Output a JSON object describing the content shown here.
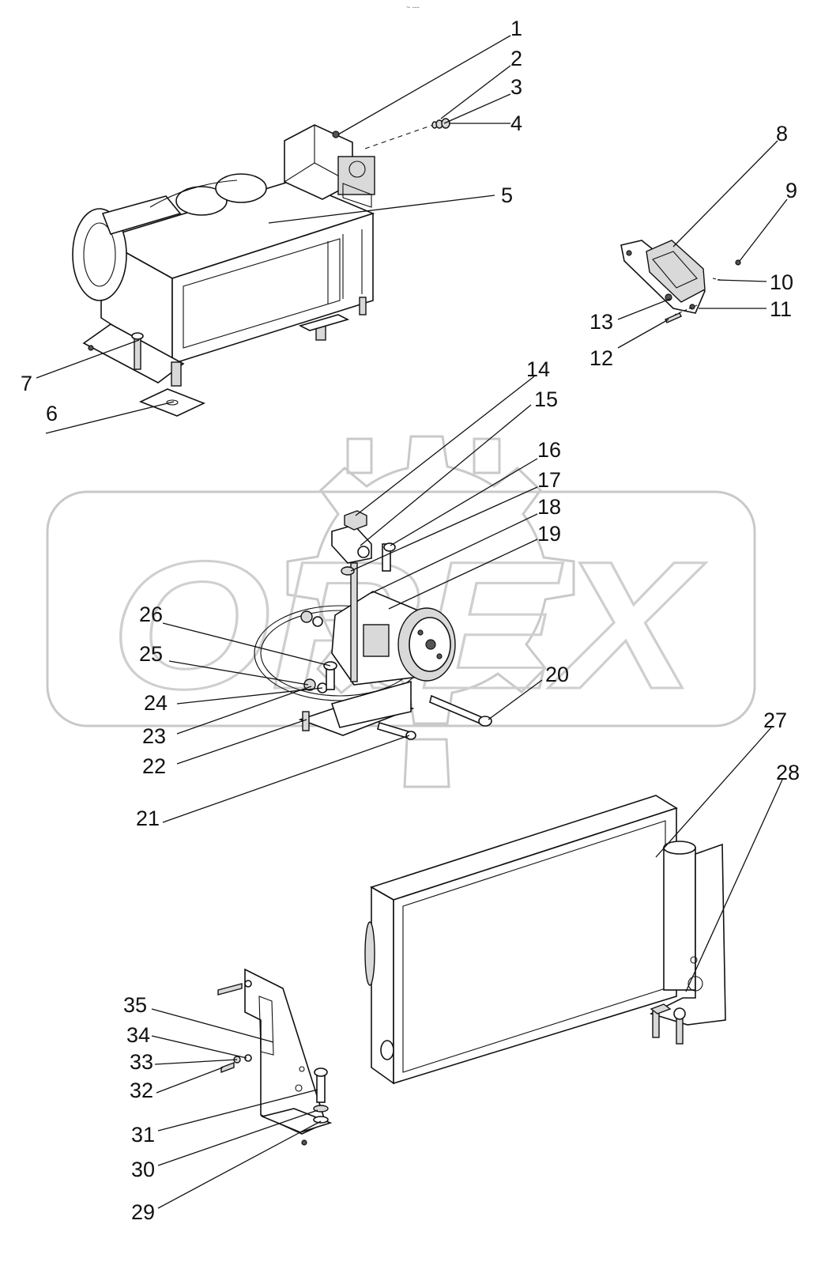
{
  "header_mark": "~ ---",
  "watermark_text": "OREX",
  "colors": {
    "line": "#111111",
    "watermark": "#cccccc",
    "background": "#ffffff"
  },
  "callouts": [
    {
      "id": "1",
      "label": "1"
    },
    {
      "id": "2",
      "label": "2"
    },
    {
      "id": "3",
      "label": "3"
    },
    {
      "id": "4",
      "label": "4"
    },
    {
      "id": "5",
      "label": "5"
    },
    {
      "id": "6",
      "label": "6"
    },
    {
      "id": "7",
      "label": "7"
    },
    {
      "id": "8",
      "label": "8"
    },
    {
      "id": "9",
      "label": "9"
    },
    {
      "id": "10",
      "label": "10"
    },
    {
      "id": "11",
      "label": "11"
    },
    {
      "id": "12",
      "label": "12"
    },
    {
      "id": "13",
      "label": "13"
    },
    {
      "id": "14",
      "label": "14"
    },
    {
      "id": "15",
      "label": "15"
    },
    {
      "id": "16",
      "label": "16"
    },
    {
      "id": "17",
      "label": "17"
    },
    {
      "id": "18",
      "label": "18"
    },
    {
      "id": "19",
      "label": "19"
    },
    {
      "id": "20",
      "label": "20"
    },
    {
      "id": "21",
      "label": "21"
    },
    {
      "id": "22",
      "label": "22"
    },
    {
      "id": "23",
      "label": "23"
    },
    {
      "id": "24",
      "label": "24"
    },
    {
      "id": "25",
      "label": "25"
    },
    {
      "id": "26",
      "label": "26"
    },
    {
      "id": "27",
      "label": "27"
    },
    {
      "id": "28",
      "label": "28"
    },
    {
      "id": "29",
      "label": "29"
    },
    {
      "id": "30",
      "label": "30"
    },
    {
      "id": "31",
      "label": "31"
    },
    {
      "id": "32",
      "label": "32"
    },
    {
      "id": "33",
      "label": "33"
    },
    {
      "id": "34",
      "label": "34"
    },
    {
      "id": "35",
      "label": "35"
    }
  ]
}
